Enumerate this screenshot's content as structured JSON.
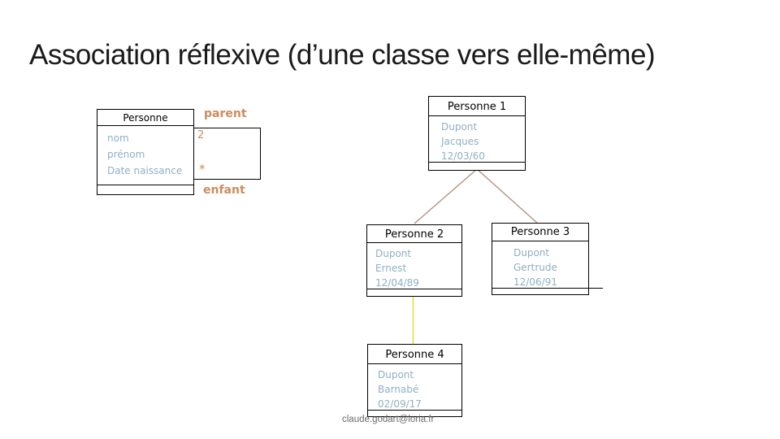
{
  "slide": {
    "title": "Association réflexive (d’une classe vers elle-même)",
    "footer": "claude.godart@loria.fr"
  },
  "colors": {
    "attribute_text": "#8FB0C2",
    "association_label": "#CD8C5E",
    "parent_line": "#AF8E77",
    "child_line": "#E5DC4D",
    "box_border": "#000000",
    "footer_text": "#6B6B6B"
  },
  "class_box": {
    "name": "Personne",
    "attributes": [
      "nom",
      "prénom",
      "Date naissance"
    ]
  },
  "association": {
    "parent_role": "parent",
    "parent_multiplicity": "2",
    "child_multiplicity": "*",
    "child_role": "enfant"
  },
  "objects": [
    {
      "title": "Personne 1",
      "attributes": [
        "Dupont",
        "Jacques",
        "12/03/60"
      ]
    },
    {
      "title": "Personne 2",
      "attributes": [
        "Dupont",
        "Ernest",
        "12/04/89"
      ]
    },
    {
      "title": "Personne 3",
      "attributes": [
        "Dupont",
        "Gertrude",
        "12/06/91"
      ]
    },
    {
      "title": "Personne 4",
      "attributes": [
        "Dupont",
        "Barnabé",
        "02/09/17"
      ]
    }
  ]
}
